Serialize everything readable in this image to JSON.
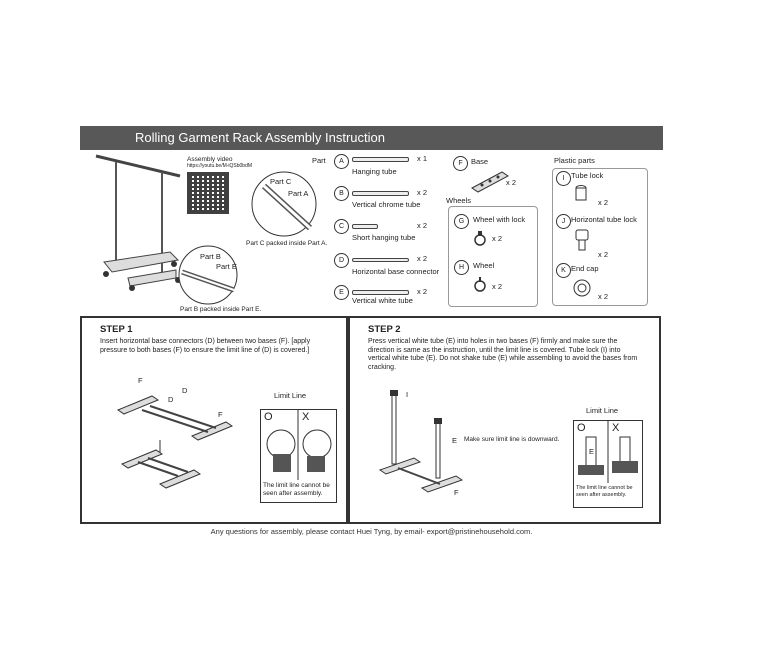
{
  "title": "Rolling Garment Rack Assembly Instruction",
  "video": {
    "label": "Assembly video",
    "url": "https://youtu.be/M-iQSb0bdM"
  },
  "callouts": {
    "part_c": "Part C",
    "part_a": "Part A",
    "part_c_note": "Part C packed inside Part A.",
    "part_b": "Part B",
    "part_e": "Part E",
    "part_b_note": "Part B packed inside Part E."
  },
  "part_header": "Part",
  "parts": [
    {
      "letter": "A",
      "name": "Hanging tube",
      "qty": "x 1"
    },
    {
      "letter": "B",
      "name": "Vertical chrome tube",
      "qty": "x 2"
    },
    {
      "letter": "C",
      "name": "Short hanging tube",
      "qty": "x 2"
    },
    {
      "letter": "D",
      "name": "Horizontal base connector",
      "qty": "x 2"
    },
    {
      "letter": "E",
      "name": "Vertical white tube",
      "qty": "x 2"
    }
  ],
  "base": {
    "letter": "F",
    "name": "Base",
    "qty": "x 2"
  },
  "wheels_header": "Wheels",
  "wheels": [
    {
      "letter": "G",
      "name": "Wheel with lock",
      "qty": "x 2"
    },
    {
      "letter": "H",
      "name": "Wheel",
      "qty": "x 2"
    }
  ],
  "plastic_header": "Plastic parts",
  "plastic": [
    {
      "letter": "I",
      "name": "Tube lock",
      "qty": "x 2"
    },
    {
      "letter": "J",
      "name": "Horizontal tube lock",
      "qty": "x 2"
    },
    {
      "letter": "K",
      "name": "End cap",
      "qty": "x 2"
    }
  ],
  "step1": {
    "title": "STEP 1",
    "text": "Insert horizontal base connectors (D) between two bases (F). [apply pressure to both bases (F) to ensure the limit line of (D) is covered.]",
    "labels": {
      "f1": "F",
      "d1": "D",
      "d2": "D",
      "f2": "F"
    },
    "limit_line": "Limit Line",
    "mark_ok": "O",
    "mark_bad": "X",
    "note": "The limit line cannot be seen after assembly."
  },
  "step2": {
    "title": "STEP 2",
    "text": "Press vertical white tube (E) into holes in two bases (F) firmly and make sure the direction is same as the instruction, until the limit line is covered. Tube lock (I) into vertical white tube (E). Do not shake tube (E) while assembling to avoid the bases from cracking.",
    "labels": {
      "i": "I",
      "e": "E",
      "f": "F",
      "e2": "E"
    },
    "downward_note": "Make sure limit line is downward.",
    "limit_line": "Limit Line",
    "mark_ok": "O",
    "mark_bad": "X",
    "note": "The limit line cannot be seen after assembly."
  },
  "footer": "Any questions for assembly, please contact Huei Tyng, by email- export@pristinehousehold.com."
}
